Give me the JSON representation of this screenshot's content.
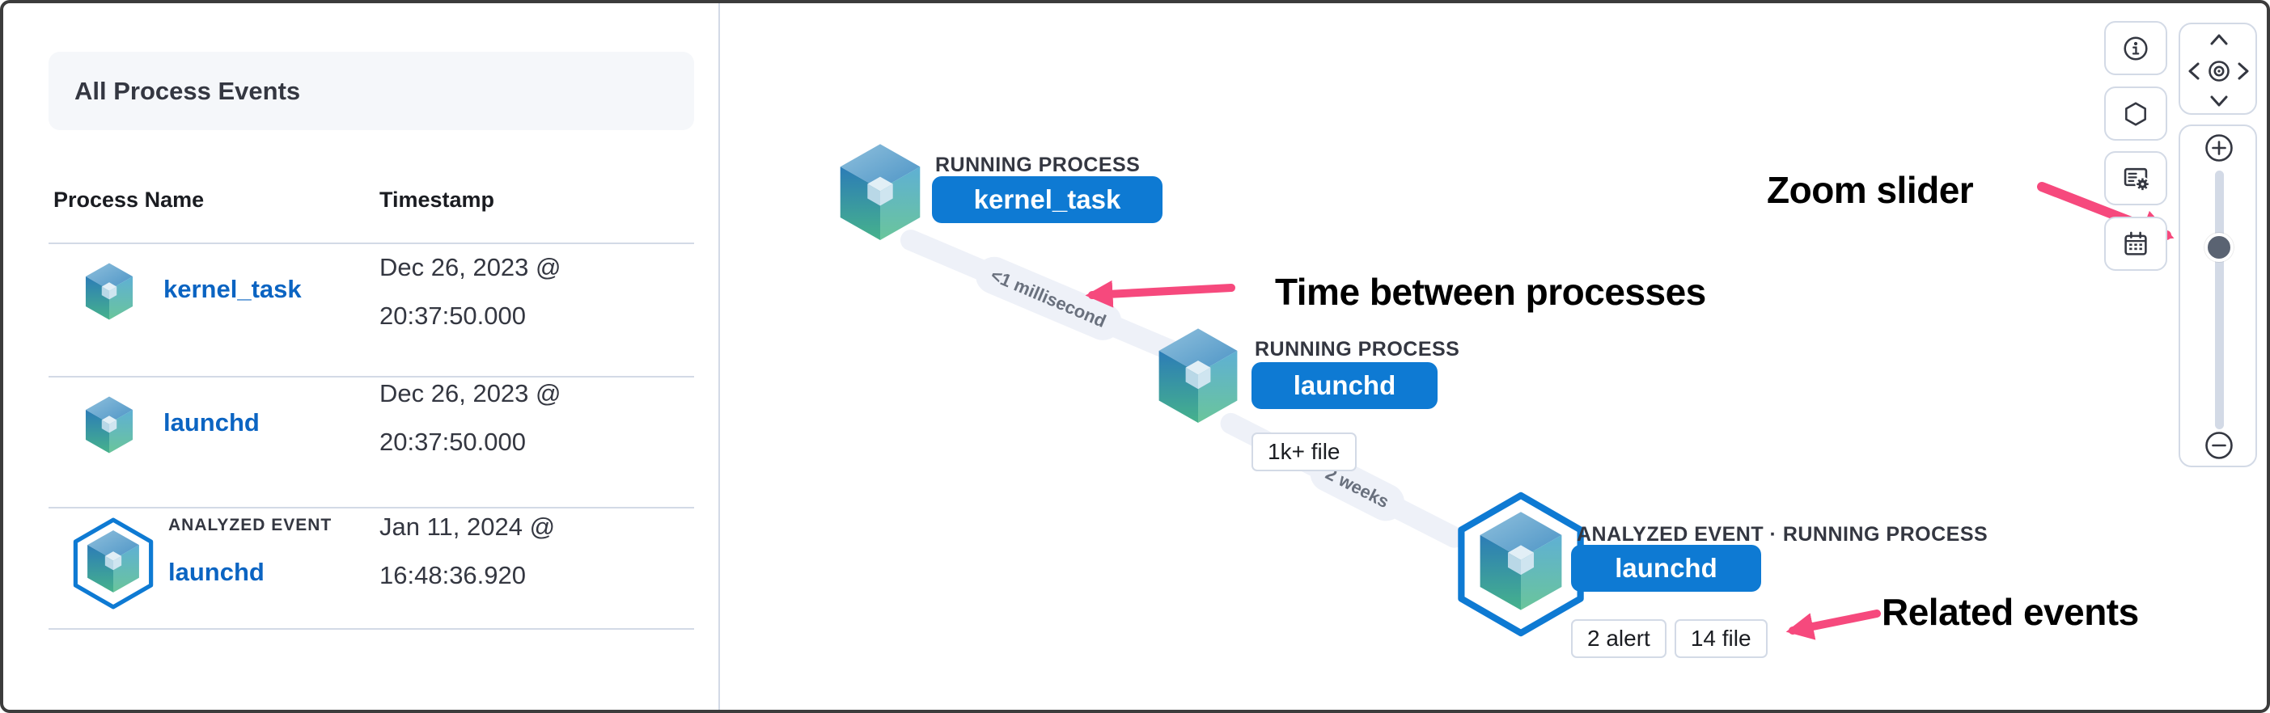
{
  "left_panel": {
    "title": "All Process Events",
    "columns": {
      "name": "Process Name",
      "timestamp": "Timestamp"
    },
    "rows": [
      {
        "name": "kernel_task",
        "date": "Dec 26, 2023 @",
        "time": "20:37:50.000"
      },
      {
        "name": "launchd",
        "date": "Dec 26, 2023 @",
        "time": "20:37:50.000"
      },
      {
        "name": "launchd",
        "type_label": "ANALYZED EVENT",
        "date": "Jan 11, 2024 @",
        "time": "16:48:36.920"
      }
    ]
  },
  "graph": {
    "nodes": [
      {
        "type_label": "RUNNING PROCESS",
        "name": "kernel_task",
        "badges": []
      },
      {
        "type_label": "RUNNING PROCESS",
        "name": "launchd",
        "badges": [
          "1k+ file"
        ]
      },
      {
        "type_label": "ANALYZED EVENT · RUNNING PROCESS",
        "name": "launchd",
        "badges": [
          "2 alert",
          "14 file"
        ]
      }
    ],
    "edges": [
      {
        "duration": "<1 millisecond"
      },
      {
        "duration": "2 weeks"
      }
    ]
  },
  "annotations": {
    "time_between": "Time between processes",
    "related": "Related events",
    "zoom": "Zoom slider"
  },
  "controls": {
    "icons": [
      "info-icon",
      "hexagon-icon",
      "node-legend-icon",
      "calendar-icon",
      "pan-up-icon",
      "pan-left-icon",
      "camera-center-icon",
      "pan-right-icon",
      "pan-down-icon",
      "zoom-in-icon",
      "zoom-slider",
      "zoom-out-icon"
    ]
  },
  "colors": {
    "primary_blue": "#0e7ad3",
    "link_blue": "#0b64c2",
    "annotation_pink": "#f6497d",
    "edge_band": "#eef1f8",
    "divider": "#d3dae6",
    "title_bg": "#f5f7fa",
    "text_dark": "#343741"
  }
}
